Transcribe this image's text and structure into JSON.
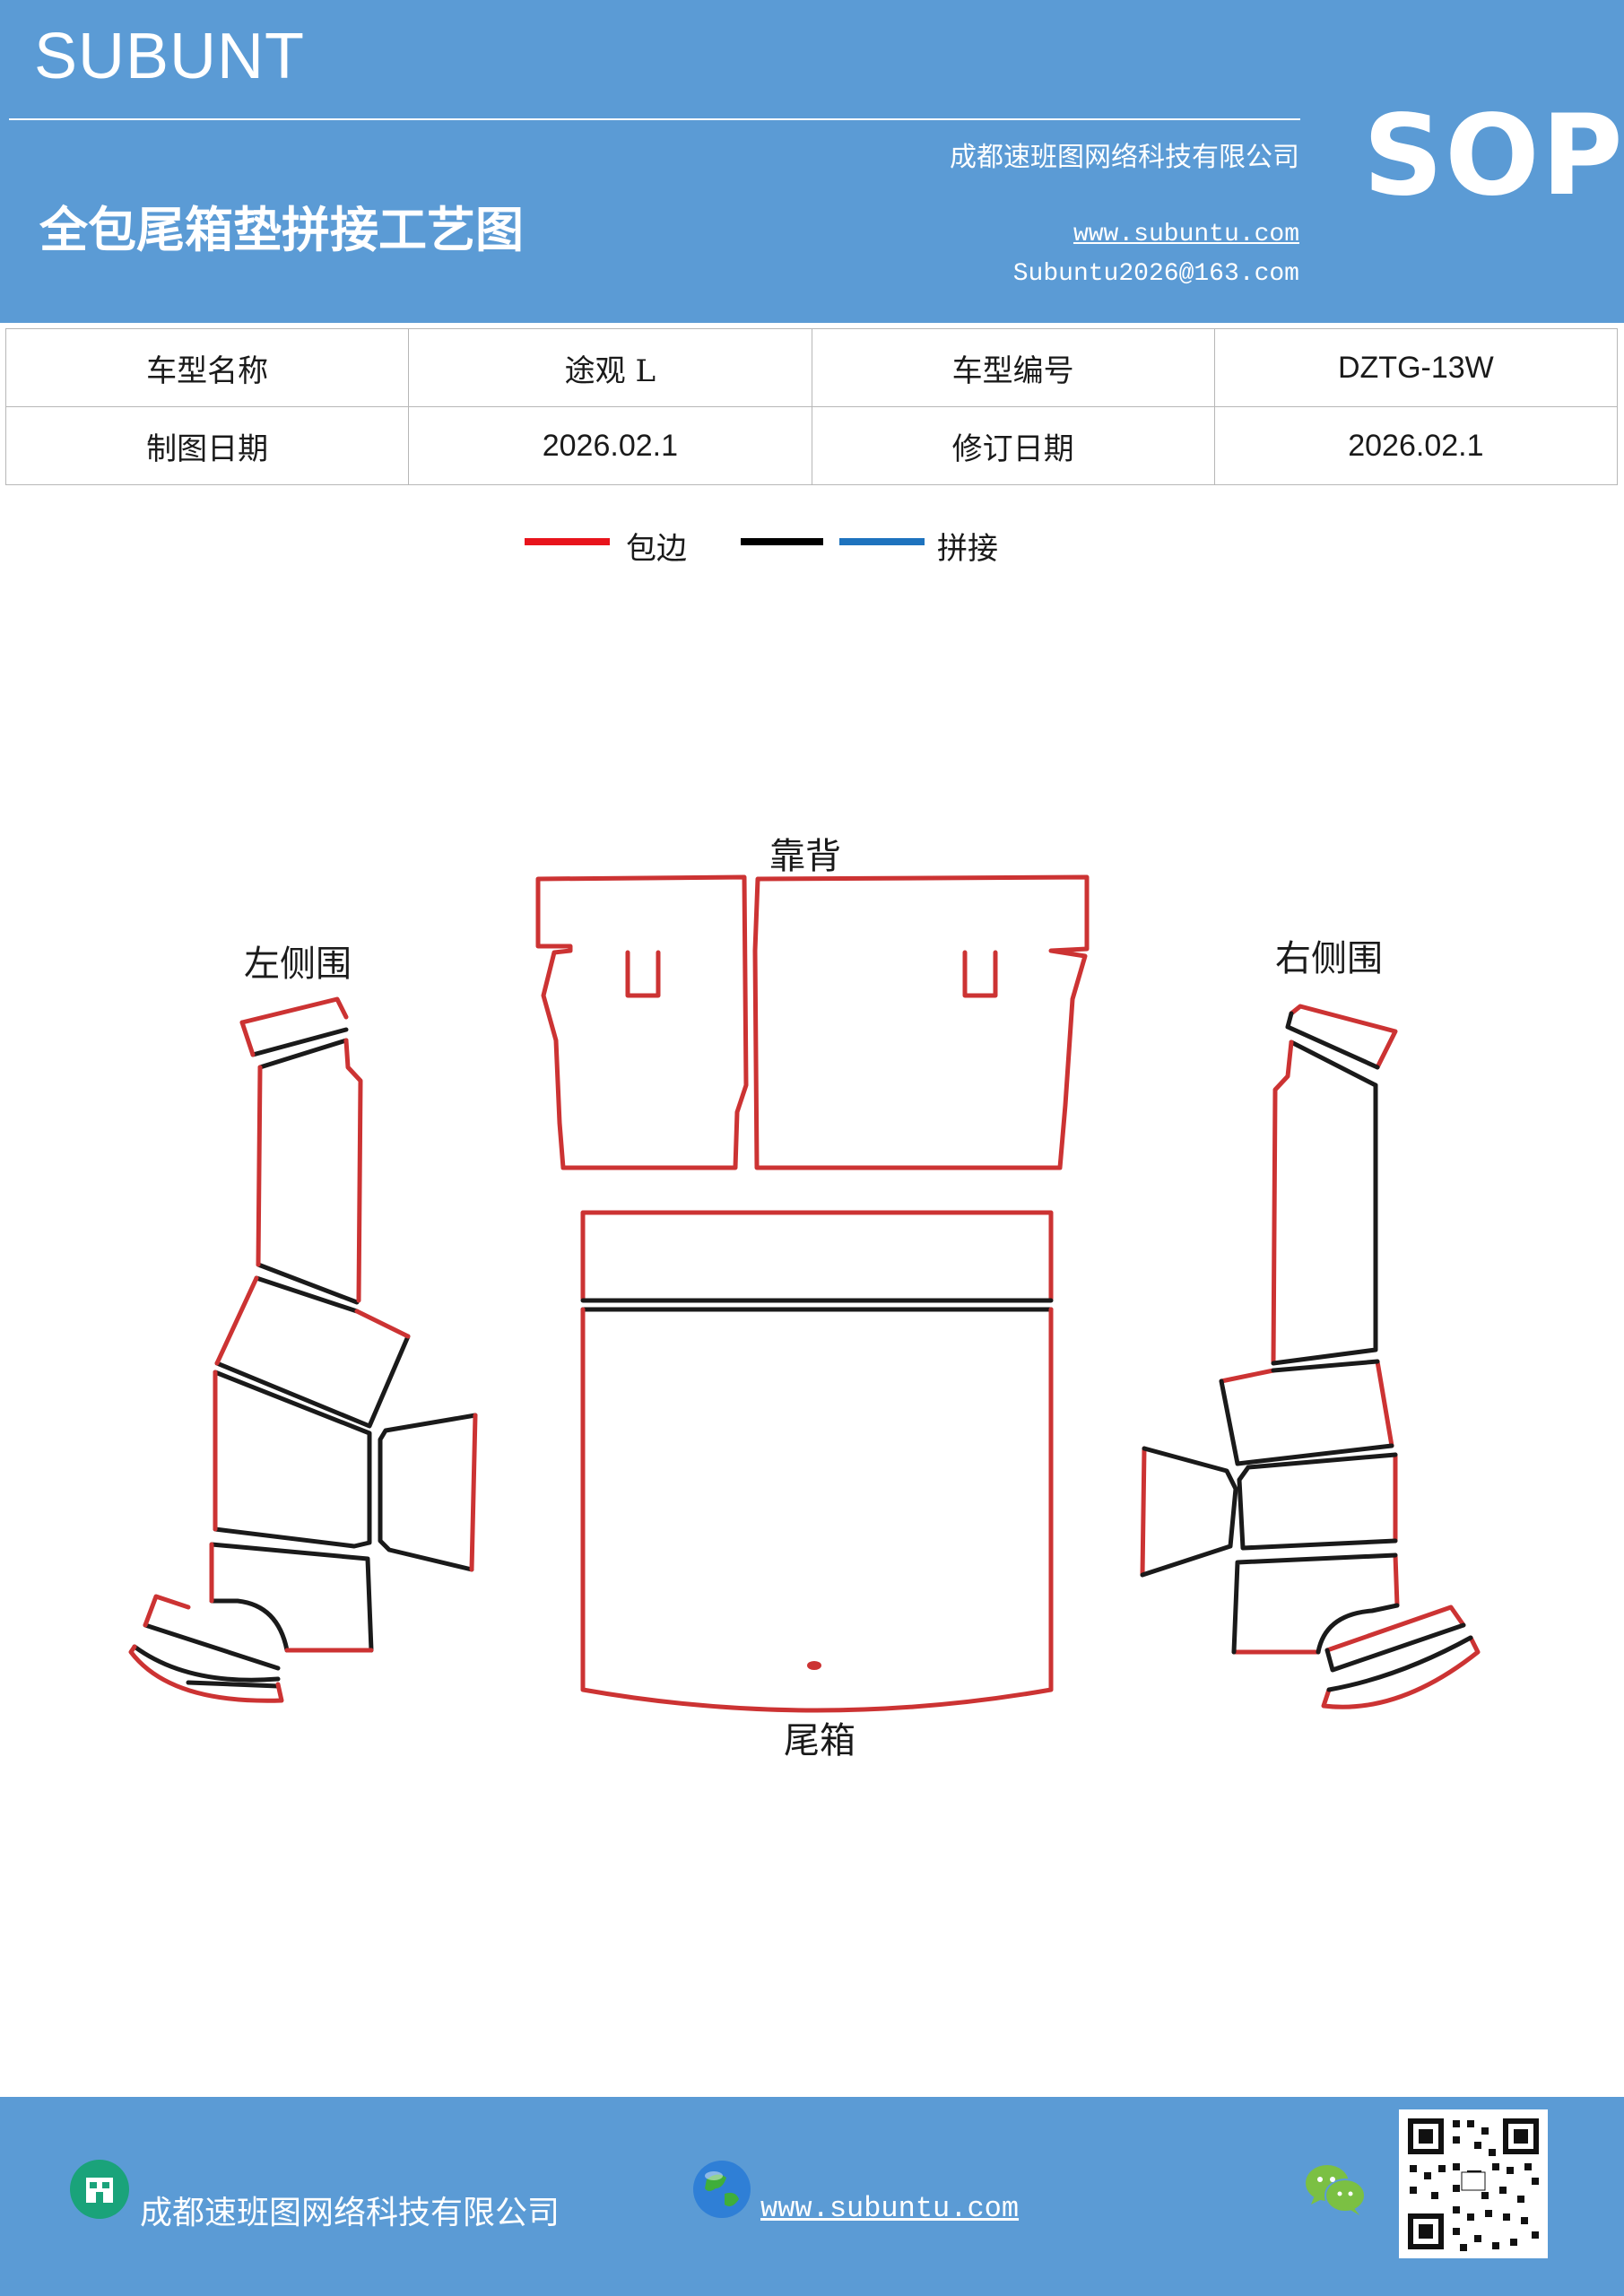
{
  "header": {
    "brand": "SUBUNT",
    "company": "成都速班图网络科技有限公司",
    "title": "全包尾箱垫拼接工艺图",
    "website": "www.subuntu.com",
    "email": "Subuntu2026@163.com",
    "badge": "SOP"
  },
  "info_table": {
    "rows": [
      [
        "车型名称",
        "途观 L",
        "车型编号",
        "DZTG-13W"
      ],
      [
        "制图日期",
        "2026.02.1",
        "修订日期",
        "2026.02.1"
      ]
    ]
  },
  "legend": {
    "items": [
      {
        "label": "包边",
        "color": "#e8141c"
      },
      {
        "label": "",
        "color": "#000000"
      },
      {
        "label": "拼接",
        "color": "#1e73be"
      }
    ]
  },
  "diagram": {
    "labels": {
      "backrest": "靠背",
      "left_side": "左侧围",
      "right_side": "右侧围",
      "trunk": "尾箱"
    },
    "colors": {
      "edge": "#cc3333",
      "seam": "#1a1a1a"
    }
  },
  "footer": {
    "company": "成都速班图网络科技有限公司",
    "website": "www.subuntu.com",
    "icons": [
      "building-icon",
      "globe-icon",
      "wechat-icon",
      "qr-code"
    ]
  }
}
